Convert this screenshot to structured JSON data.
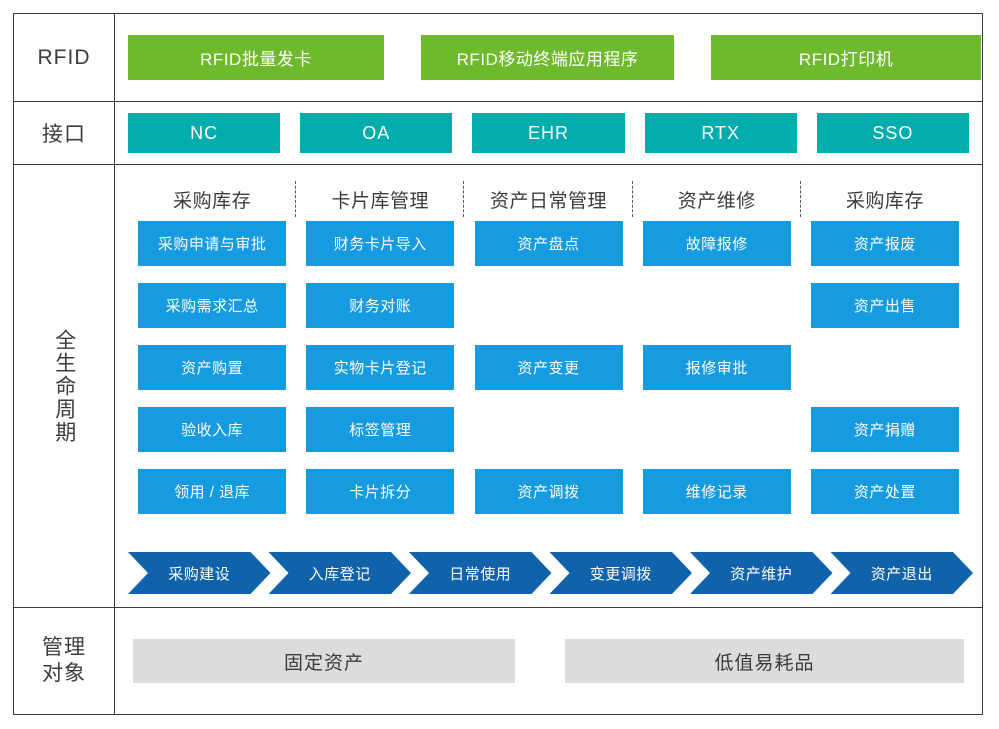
{
  "rows": {
    "rfid": {
      "label": "RFID",
      "items": [
        {
          "label": "RFID批量发卡"
        },
        {
          "label": "RFID移动终端应用程序"
        },
        {
          "label": "RFID打印机"
        }
      ],
      "color": "#6FBA2C"
    },
    "api": {
      "label": "接口",
      "items": [
        {
          "label": "NC"
        },
        {
          "label": "OA"
        },
        {
          "label": "EHR"
        },
        {
          "label": "RTX"
        },
        {
          "label": "SSO"
        }
      ],
      "color": "#00ACAC"
    },
    "lifecycle": {
      "label": "全生命周期",
      "cell_color": "#179BE0",
      "columns": [
        {
          "title": "采购库存",
          "cells": [
            {
              "label": "采购申请与审批",
              "empty": false
            },
            {
              "label": "采购需求汇总",
              "empty": false
            },
            {
              "label": "资产购置",
              "empty": false
            },
            {
              "label": "验收入库",
              "empty": false
            },
            {
              "label": "领用 / 退库",
              "empty": false
            }
          ]
        },
        {
          "title": "卡片库管理",
          "cells": [
            {
              "label": "财务卡片导入",
              "empty": false
            },
            {
              "label": "财务对账",
              "empty": false
            },
            {
              "label": "实物卡片登记",
              "empty": false
            },
            {
              "label": "标签管理",
              "empty": false
            },
            {
              "label": "卡片拆分",
              "empty": false
            }
          ]
        },
        {
          "title": "资产日常管理",
          "cells": [
            {
              "label": "资产盘点",
              "empty": false
            },
            {
              "label": "",
              "empty": true
            },
            {
              "label": "资产变更",
              "empty": false
            },
            {
              "label": "",
              "empty": true
            },
            {
              "label": "资产调拨",
              "empty": false
            }
          ]
        },
        {
          "title": "资产维修",
          "cells": [
            {
              "label": "故障报修",
              "empty": false
            },
            {
              "label": "",
              "empty": true
            },
            {
              "label": "报修审批",
              "empty": false
            },
            {
              "label": "",
              "empty": true
            },
            {
              "label": "维修记录",
              "empty": false
            }
          ]
        },
        {
          "title": "采购库存",
          "cells": [
            {
              "label": "资产报废",
              "empty": false
            },
            {
              "label": "资产出售",
              "empty": false
            },
            {
              "label": "",
              "empty": true
            },
            {
              "label": "资产捐赠",
              "empty": false
            },
            {
              "label": "资产处置",
              "empty": false
            }
          ]
        }
      ],
      "flow": {
        "color": "#1062AB",
        "steps": [
          {
            "label": "采购建设"
          },
          {
            "label": "入库登记"
          },
          {
            "label": "日常使用"
          },
          {
            "label": "变更调拨"
          },
          {
            "label": "资产维护"
          },
          {
            "label": "资产退出"
          }
        ]
      }
    },
    "objects": {
      "label_line1": "管理",
      "label_line2": "对象",
      "color": "#DCDCDC",
      "items": [
        {
          "label": "固定资产"
        },
        {
          "label": "低值易耗品"
        }
      ]
    }
  }
}
